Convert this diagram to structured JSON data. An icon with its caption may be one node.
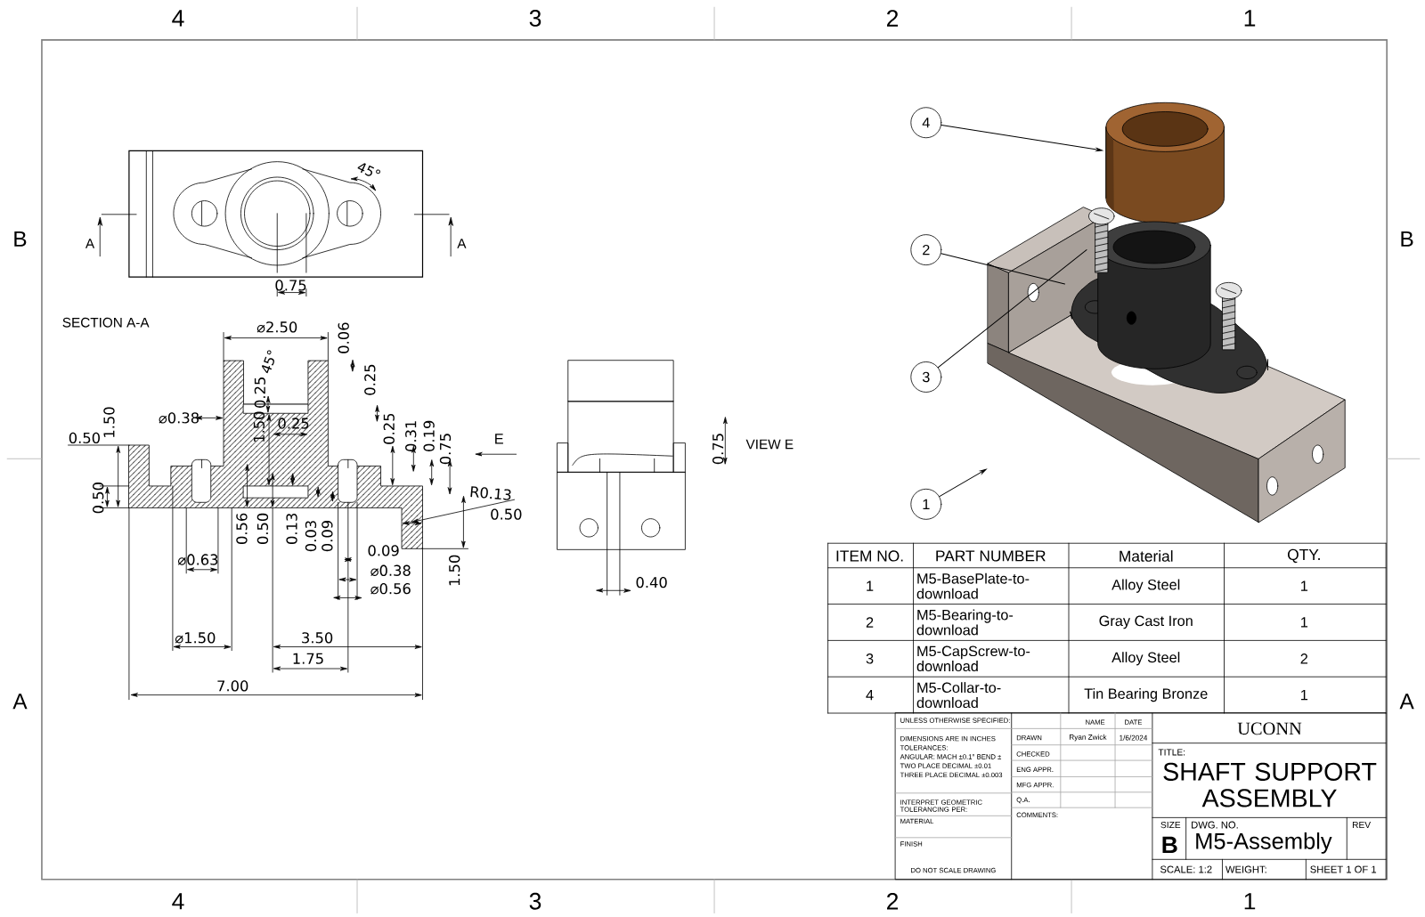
{
  "diagram": {
    "nodes": [
      {
        "text": [
          "4"
        ]
      },
      {
        "text": [
          "2"
        ]
      },
      {
        "text": [
          "3"
        ]
      },
      {
        "text": [
          "1"
        ]
      },
      {
        "text": [],
        "shape": "picture"
      },
      {
        "text": [],
        "shape": "picture",
        "in": 7
      },
      {
        "text": [],
        "shape": "picture",
        "in": 7
      },
      {
        "text": [],
        "shape": "picture"
      }
    ],
    "edges": [
      {
        "from": 0,
        "to": 4,
        "arrow": "to"
      },
      {
        "from": 1,
        "to": 5,
        "arrow": "none"
      },
      {
        "from": 2,
        "to": 6,
        "arrow": "none"
      },
      {
        "from": 3,
        "to": 7,
        "arrow": "to"
      }
    ],
    "labels": [
      "4",
      "3",
      "2",
      "1",
      "B",
      "B",
      "A",
      "A",
      "4",
      "3",
      "2",
      "1",
      "45°",
      "A",
      "A",
      "0.75",
      "SECTION A-A",
      "⌀2.50",
      "0.06",
      "45°",
      "0.25",
      "0.25",
      "1.50",
      "0.50",
      "⌀0.38",
      "1.50",
      "0.25",
      "0.25",
      "0.31",
      "0.19",
      "0.75",
      "E",
      "0.50",
      "R0.13",
      "0.50",
      "0.56",
      "0.50",
      "0.13",
      "0.03",
      "0.09",
      "0.09",
      "⌀0.38",
      "⌀0.56",
      "⌀0.63",
      "1.50",
      "⌀1.50",
      "3.50",
      "1.75",
      "7.00",
      "0.75",
      "VIEW E",
      "0.40",
      "ITEM NO.",
      "PART NUMBER",
      "Material",
      "QTY.",
      "1",
      "M5-BasePlate-to-download",
      "Alloy Steel",
      "1",
      "2",
      "M5-Bearing-to-download",
      "Gray Cast Iron",
      "1",
      "3",
      "M5-CapScrew-to-download",
      "Alloy Steel",
      "2",
      "4",
      "M5-Collar-to-download",
      "Tin Bearing Bronze",
      "1",
      "UNLESS OTHERWISE SPECIFIED:",
      "NAME",
      "DATE",
      "DIMENSIONS ARE IN INCHES",
      "TOLERANCES:",
      "ANGULAR: MACH ±0.1° BEND ±",
      "TWO PLACE DECIMAL ±0.01",
      "THREE PLACE DECIMAL ±0.003",
      "DRAWN",
      "Ryan Zwick",
      "1/6/2024",
      "CHECKED",
      "ENG APPR.",
      "MFG APPR.",
      "Q.A.",
      "INTERPRET GEOMETRIC TOLERANCING PER:",
      "COMMENTS:",
      "MATERIAL",
      "FINISH",
      "DO NOT SCALE DRAWING",
      "UCONN",
      "TITLE:",
      "SHAFT SUPPORT ASSEMBLY",
      "SIZE",
      "B",
      "DWG. NO.",
      "M5-Assembly",
      "REV",
      "SCALE: 1:2",
      "WEIGHT:",
      "SHEET 1 OF 1"
    ]
  }
}
